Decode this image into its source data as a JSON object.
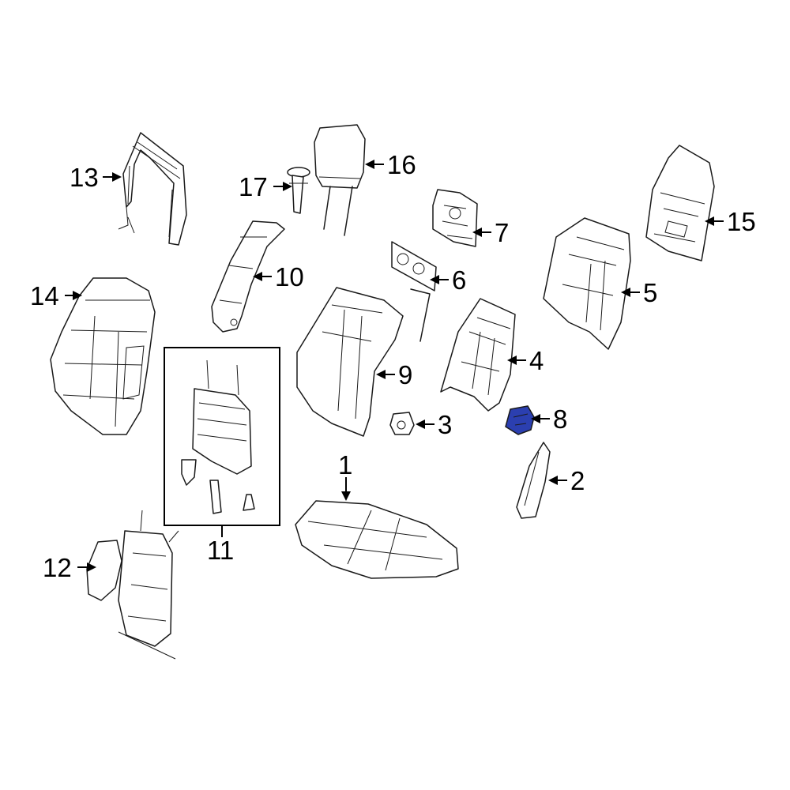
{
  "diagram": {
    "highlight_color": "#2b3fb0",
    "line_color": "#1a1a1a",
    "callouts": [
      {
        "id": "1",
        "label": "1"
      },
      {
        "id": "2",
        "label": "2"
      },
      {
        "id": "3",
        "label": "3"
      },
      {
        "id": "4",
        "label": "4"
      },
      {
        "id": "5",
        "label": "5"
      },
      {
        "id": "6",
        "label": "6"
      },
      {
        "id": "7",
        "label": "7"
      },
      {
        "id": "8",
        "label": "8"
      },
      {
        "id": "9",
        "label": "9"
      },
      {
        "id": "10",
        "label": "10"
      },
      {
        "id": "11",
        "label": "11"
      },
      {
        "id": "12",
        "label": "12"
      },
      {
        "id": "13",
        "label": "13"
      },
      {
        "id": "14",
        "label": "14"
      },
      {
        "id": "15",
        "label": "15"
      },
      {
        "id": "16",
        "label": "16"
      },
      {
        "id": "17",
        "label": "17"
      }
    ]
  }
}
